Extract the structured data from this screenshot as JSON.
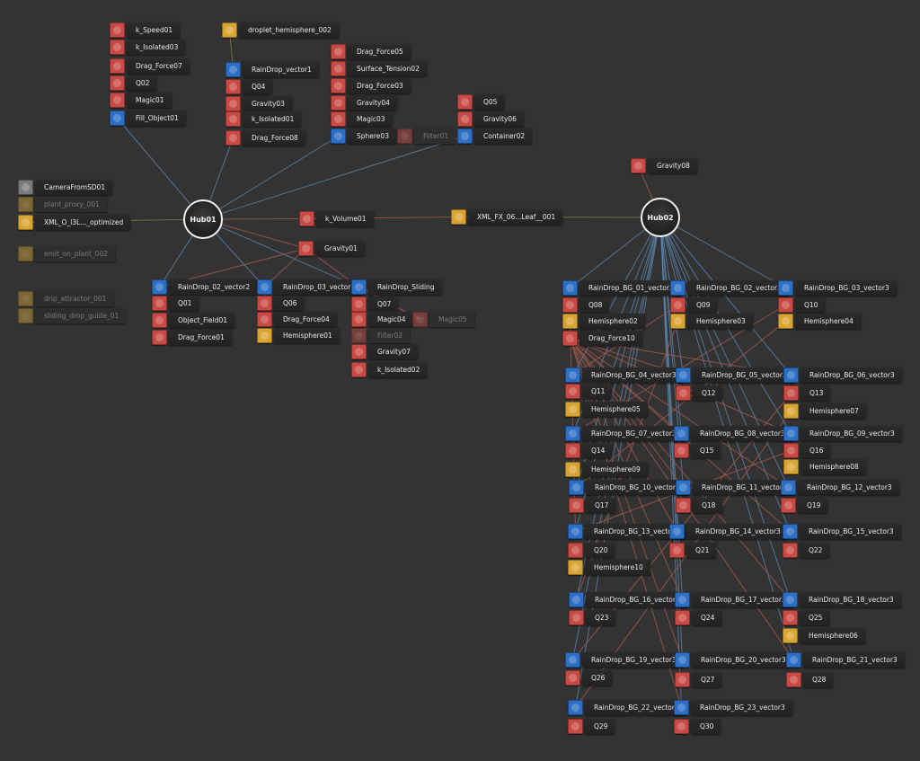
{
  "colors": {
    "background": "#333333",
    "force": "#c84a44",
    "vector": "#2c6fc4",
    "shape": "#d9a532",
    "object": "#7a7a7a",
    "wire_blue": "#5b84ad",
    "wire_red": "#a55a4a"
  },
  "hubs": [
    {
      "id": "Hub01",
      "label": "Hub01"
    },
    {
      "id": "Hub02",
      "label": "Hub02"
    }
  ],
  "nodes": [
    {
      "label": "k_Speed01",
      "kind": "force"
    },
    {
      "label": "k_Isolated03",
      "kind": "force"
    },
    {
      "label": "Drag_Force07",
      "kind": "force"
    },
    {
      "label": "Q02",
      "kind": "force"
    },
    {
      "label": "Magic01",
      "kind": "force"
    },
    {
      "label": "Fill_Object01",
      "kind": "vector"
    },
    {
      "label": "droplet_hemisphere_002",
      "kind": "shape"
    },
    {
      "label": "RainDrop_vector1",
      "kind": "vector"
    },
    {
      "label": "Q04",
      "kind": "force"
    },
    {
      "label": "Gravity03",
      "kind": "force"
    },
    {
      "label": "k_Isolated01",
      "kind": "force"
    },
    {
      "label": "Drag_Force08",
      "kind": "force"
    },
    {
      "label": "Drag_Force05",
      "kind": "force"
    },
    {
      "label": "Surface_Tension02",
      "kind": "force"
    },
    {
      "label": "Drag_Force03",
      "kind": "force"
    },
    {
      "label": "Gravity04",
      "kind": "force"
    },
    {
      "label": "Magic03",
      "kind": "force"
    },
    {
      "label": "Sphere03",
      "kind": "vector"
    },
    {
      "label": "Filter01",
      "kind": "force",
      "dim": true
    },
    {
      "label": "Q05",
      "kind": "force"
    },
    {
      "label": "Gravity06",
      "kind": "force"
    },
    {
      "label": "Container02",
      "kind": "vector"
    },
    {
      "label": "CameraFromSD01",
      "kind": "object"
    },
    {
      "label": "plant_proxy_001",
      "kind": "shape",
      "dim": true
    },
    {
      "label": "XML_O_l3L..._optimized",
      "kind": "shape"
    },
    {
      "label": "emit_on_plant_002",
      "kind": "shape",
      "dim": true
    },
    {
      "label": "drip_attractor_001",
      "kind": "shape",
      "dim": true
    },
    {
      "label": "sliding_drop_guide_01",
      "kind": "shape",
      "dim": true
    },
    {
      "label": "k_Volume01",
      "kind": "force"
    },
    {
      "label": "XML_FX_06...Leaf__001",
      "kind": "shape"
    },
    {
      "label": "Gravity01",
      "kind": "force"
    },
    {
      "label": "Gravity08",
      "kind": "force"
    },
    {
      "label": "RainDrop_02_vector2",
      "kind": "vector"
    },
    {
      "label": "Q01",
      "kind": "force"
    },
    {
      "label": "Object_Field01",
      "kind": "force"
    },
    {
      "label": "Drag_Force01",
      "kind": "force"
    },
    {
      "label": "RainDrop_03_vector2",
      "kind": "vector"
    },
    {
      "label": "Q06",
      "kind": "force"
    },
    {
      "label": "Drag_Force04",
      "kind": "force"
    },
    {
      "label": "Hemisphere01",
      "kind": "shape"
    },
    {
      "label": "RainDrop_Sliding",
      "kind": "vector"
    },
    {
      "label": "Q07",
      "kind": "force"
    },
    {
      "label": "Magic04",
      "kind": "force"
    },
    {
      "label": "Filter02",
      "kind": "force",
      "dim": true
    },
    {
      "label": "Gravity07",
      "kind": "force"
    },
    {
      "label": "k_Isolated02",
      "kind": "force"
    },
    {
      "label": "Magic05",
      "kind": "force",
      "dim": true
    },
    {
      "label": "RainDrop_BG_01_vector3",
      "kind": "vector"
    },
    {
      "label": "Q08",
      "kind": "force"
    },
    {
      "label": "Hemisphere02",
      "kind": "shape"
    },
    {
      "label": "Drag_Force10",
      "kind": "force"
    },
    {
      "label": "RainDrop_BG_02_vector3",
      "kind": "vector"
    },
    {
      "label": "Q09",
      "kind": "force"
    },
    {
      "label": "Hemisphere03",
      "kind": "shape"
    },
    {
      "label": "RainDrop_BG_03_vector3",
      "kind": "vector"
    },
    {
      "label": "Q10",
      "kind": "force"
    },
    {
      "label": "Hemisphere04",
      "kind": "shape"
    },
    {
      "label": "RainDrop_BG_04_vector3",
      "kind": "vector"
    },
    {
      "label": "Q11",
      "kind": "force"
    },
    {
      "label": "Hemisphere05",
      "kind": "shape"
    },
    {
      "label": "RainDrop_BG_05_vector3",
      "kind": "vector"
    },
    {
      "label": "Q12",
      "kind": "force"
    },
    {
      "label": "RainDrop_BG_06_vector3",
      "kind": "vector"
    },
    {
      "label": "Q13",
      "kind": "force"
    },
    {
      "label": "Hemisphere07",
      "kind": "shape"
    },
    {
      "label": "RainDrop_BG_07_vector3",
      "kind": "vector"
    },
    {
      "label": "Q14",
      "kind": "force"
    },
    {
      "label": "Hemisphere09",
      "kind": "shape"
    },
    {
      "label": "RainDrop_BG_08_vector3",
      "kind": "vector"
    },
    {
      "label": "Q15",
      "kind": "force"
    },
    {
      "label": "RainDrop_BG_09_vector3",
      "kind": "vector"
    },
    {
      "label": "Q16",
      "kind": "force"
    },
    {
      "label": "Hemisphere08",
      "kind": "shape"
    },
    {
      "label": "RainDrop_BG_10_vector3",
      "kind": "vector"
    },
    {
      "label": "Q17",
      "kind": "force"
    },
    {
      "label": "RainDrop_BG_11_vector3",
      "kind": "vector"
    },
    {
      "label": "Q18",
      "kind": "force"
    },
    {
      "label": "RainDrop_BG_12_vector3",
      "kind": "vector"
    },
    {
      "label": "Q19",
      "kind": "force"
    },
    {
      "label": "RainDrop_BG_13_vector3",
      "kind": "vector"
    },
    {
      "label": "Q20",
      "kind": "force"
    },
    {
      "label": "Hemisphere10",
      "kind": "shape"
    },
    {
      "label": "RainDrop_BG_14_vector3",
      "kind": "vector"
    },
    {
      "label": "Q21",
      "kind": "force"
    },
    {
      "label": "RainDrop_BG_15_vector3",
      "kind": "vector"
    },
    {
      "label": "Q22",
      "kind": "force"
    },
    {
      "label": "RainDrop_BG_16_vector3",
      "kind": "vector"
    },
    {
      "label": "Q23",
      "kind": "force"
    },
    {
      "label": "RainDrop_BG_17_vector3",
      "kind": "vector"
    },
    {
      "label": "Q24",
      "kind": "force"
    },
    {
      "label": "RainDrop_BG_18_vector3",
      "kind": "vector"
    },
    {
      "label": "Q25",
      "kind": "force"
    },
    {
      "label": "Hemisphere06",
      "kind": "shape"
    },
    {
      "label": "RainDrop_BG_19_vector3",
      "kind": "vector"
    },
    {
      "label": "Q26",
      "kind": "force"
    },
    {
      "label": "RainDrop_BG_20_vector3",
      "kind": "vector"
    },
    {
      "label": "Q27",
      "kind": "force"
    },
    {
      "label": "RainDrop_BG_21_vector3",
      "kind": "vector"
    },
    {
      "label": "Q28",
      "kind": "force"
    },
    {
      "label": "RainDrop_BG_22_vector3",
      "kind": "vector"
    },
    {
      "label": "Q29",
      "kind": "force"
    },
    {
      "label": "RainDrop_BG_23_vector3",
      "kind": "vector"
    },
    {
      "label": "Q30",
      "kind": "force"
    }
  ]
}
